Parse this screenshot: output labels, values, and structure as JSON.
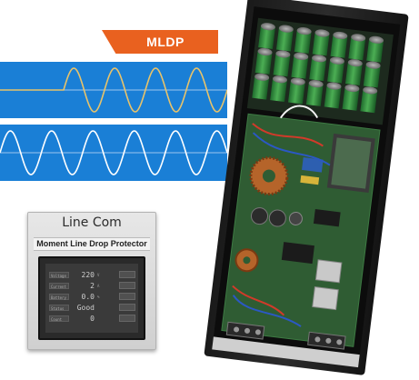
{
  "banner": {
    "label": "MLDP",
    "color": "#e9611f"
  },
  "waves": {
    "background": "#1a7fd6",
    "top_wave_color": "#e8c36a",
    "bottom_wave_color": "#ffffff",
    "divider_color": "#ffffff"
  },
  "lcd_device": {
    "brand": "Line Com",
    "subtitle": "Moment Line Drop Protector",
    "screen": {
      "rows": [
        {
          "label": "Voltage",
          "value": "220",
          "unit": "V"
        },
        {
          "label": "Current",
          "value": "2",
          "unit": "A"
        },
        {
          "label": "Battery",
          "value": "0.0",
          "unit": "%"
        },
        {
          "label": "Status",
          "value": "Good",
          "unit": ""
        },
        {
          "label": "Count",
          "value": "0",
          "unit": ""
        }
      ]
    }
  }
}
